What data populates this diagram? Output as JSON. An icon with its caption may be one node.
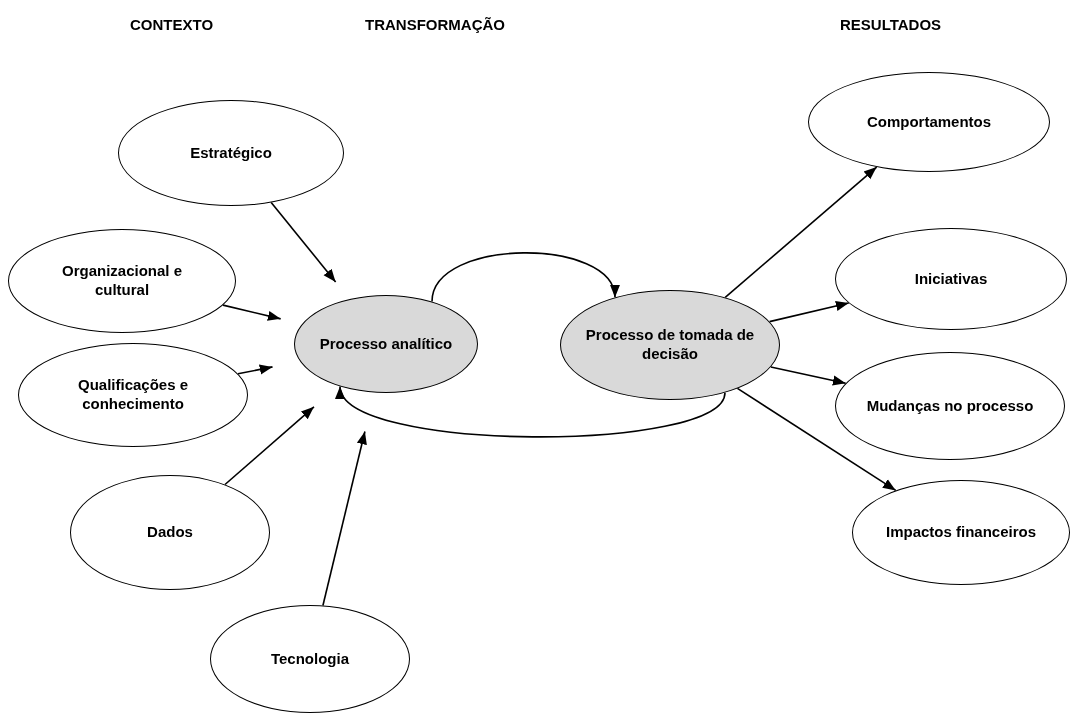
{
  "diagram": {
    "nodes": [
      {
        "text": [
          "Estratégico"
        ]
      },
      {
        "text": [
          "Organizacional e cultural"
        ]
      },
      {
        "text": [
          "Qualificações e conhecimento"
        ]
      },
      {
        "text": [
          "Dados"
        ]
      },
      {
        "text": [
          "Tecnologia"
        ]
      },
      {
        "text": [
          "Processo analítico"
        ]
      },
      {
        "text": [
          "Processo de tomada de decisão"
        ]
      },
      {
        "text": [
          "Comportamentos"
        ]
      },
      {
        "text": [
          "Iniciativas"
        ]
      },
      {
        "text": [
          "Mudanças no processo"
        ]
      },
      {
        "text": [
          "Impactos financeiros"
        ]
      }
    ],
    "edges": [
      {
        "from": 0,
        "to": 5,
        "arrow": "to"
      },
      {
        "from": 1,
        "to": 5,
        "arrow": "to"
      },
      {
        "from": 2,
        "to": 5,
        "arrow": "to"
      },
      {
        "from": 3,
        "to": 5,
        "arrow": "to"
      },
      {
        "from": 4,
        "to": 5,
        "arrow": "to"
      },
      {
        "from": 5,
        "to": 6,
        "arrow": "to"
      },
      {
        "from": 6,
        "to": 5,
        "arrow": "to"
      },
      {
        "from": 6,
        "to": 7,
        "arrow": "to"
      },
      {
        "from": 6,
        "to": 8,
        "arrow": "to"
      },
      {
        "from": 6,
        "to": 9,
        "arrow": "to"
      },
      {
        "from": 6,
        "to": 10,
        "arrow": "to"
      }
    ],
    "labels": [
      "CONTEXTO",
      "TRANSFORMAÇÃO",
      "RESULTADOS"
    ]
  }
}
